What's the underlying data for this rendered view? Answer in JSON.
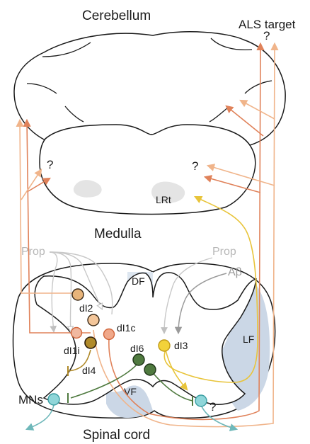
{
  "labels": {
    "cerebellum": "Cerebellum",
    "als_target": "ALS target",
    "als_question": "?",
    "medulla": "Medulla",
    "medulla_q_left": "?",
    "medulla_q_right": "?",
    "lrt": "LRt",
    "spinal_cord": "Spinal cord",
    "prop_left": "Prop",
    "prop_right": "Prop",
    "abeta": "Aβ",
    "df": "DF",
    "lf": "LF",
    "vf": "VF",
    "dl1c": "dI1c",
    "dl1i": "dI1i",
    "dl2": "dI2",
    "dl3": "dI3",
    "dl4": "dI4",
    "dl6": "dI6",
    "mns": "MNs",
    "cord_question": "?"
  },
  "colors": {
    "outline": "#1a1a1a",
    "tract_fill": "#cbd7e6",
    "lrt_fill": "#e4e4e4",
    "prop": "#c8c8c8",
    "abeta": "#9a9a9a",
    "dl1c": "#e0825a",
    "dl1i": "#f0b490",
    "dl2": "#e8b47a",
    "dl3": "#e8c43a",
    "dl4": "#b08a2a",
    "dl6": "#4f7a3f",
    "mn": "#6fc5c9",
    "mn_arrow": "#6fb8ba"
  },
  "icons": {
    "arrowhead": "filled-triangle-arrowhead",
    "open_arrowhead": "open-triangle-arrowhead",
    "inhibitory": "bar-terminal"
  }
}
